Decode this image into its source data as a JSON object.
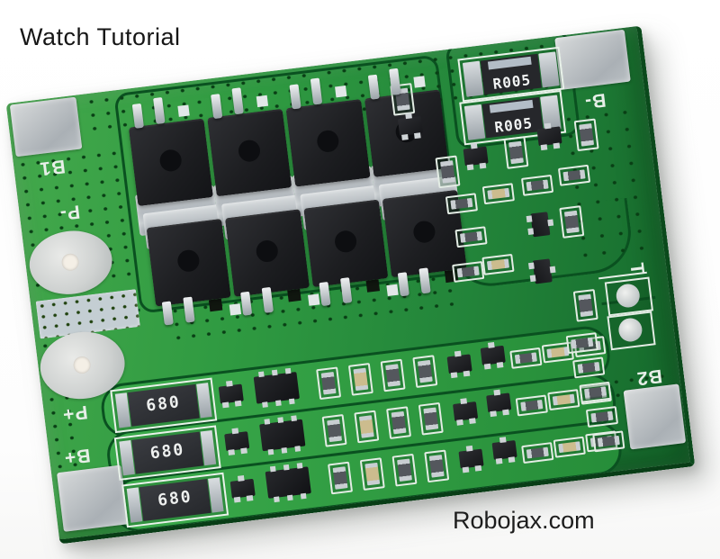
{
  "overlay": {
    "title": "Watch Tutorial",
    "watermark": "Robojax.com"
  },
  "board": {
    "pad_labels": {
      "b1": "B1",
      "p_minus": "P-",
      "p_plus": "P+",
      "b_plus": "B+",
      "b_minus": "B-",
      "b2": "B2",
      "t": "T"
    },
    "shunt_resistors": [
      {
        "label": "R005"
      },
      {
        "label": "R005"
      }
    ],
    "balance_resistors": [
      {
        "label": "680"
      },
      {
        "label": "680"
      },
      {
        "label": "680"
      }
    ],
    "colors": {
      "pcb_green": "#2f9a41",
      "pcb_dark_trace": "#0a5120",
      "silkscreen_white": "#e7efe8",
      "pad_silver": "#bfc5c9",
      "component_black": "#1d1e21",
      "background": "#ffffff"
    }
  }
}
